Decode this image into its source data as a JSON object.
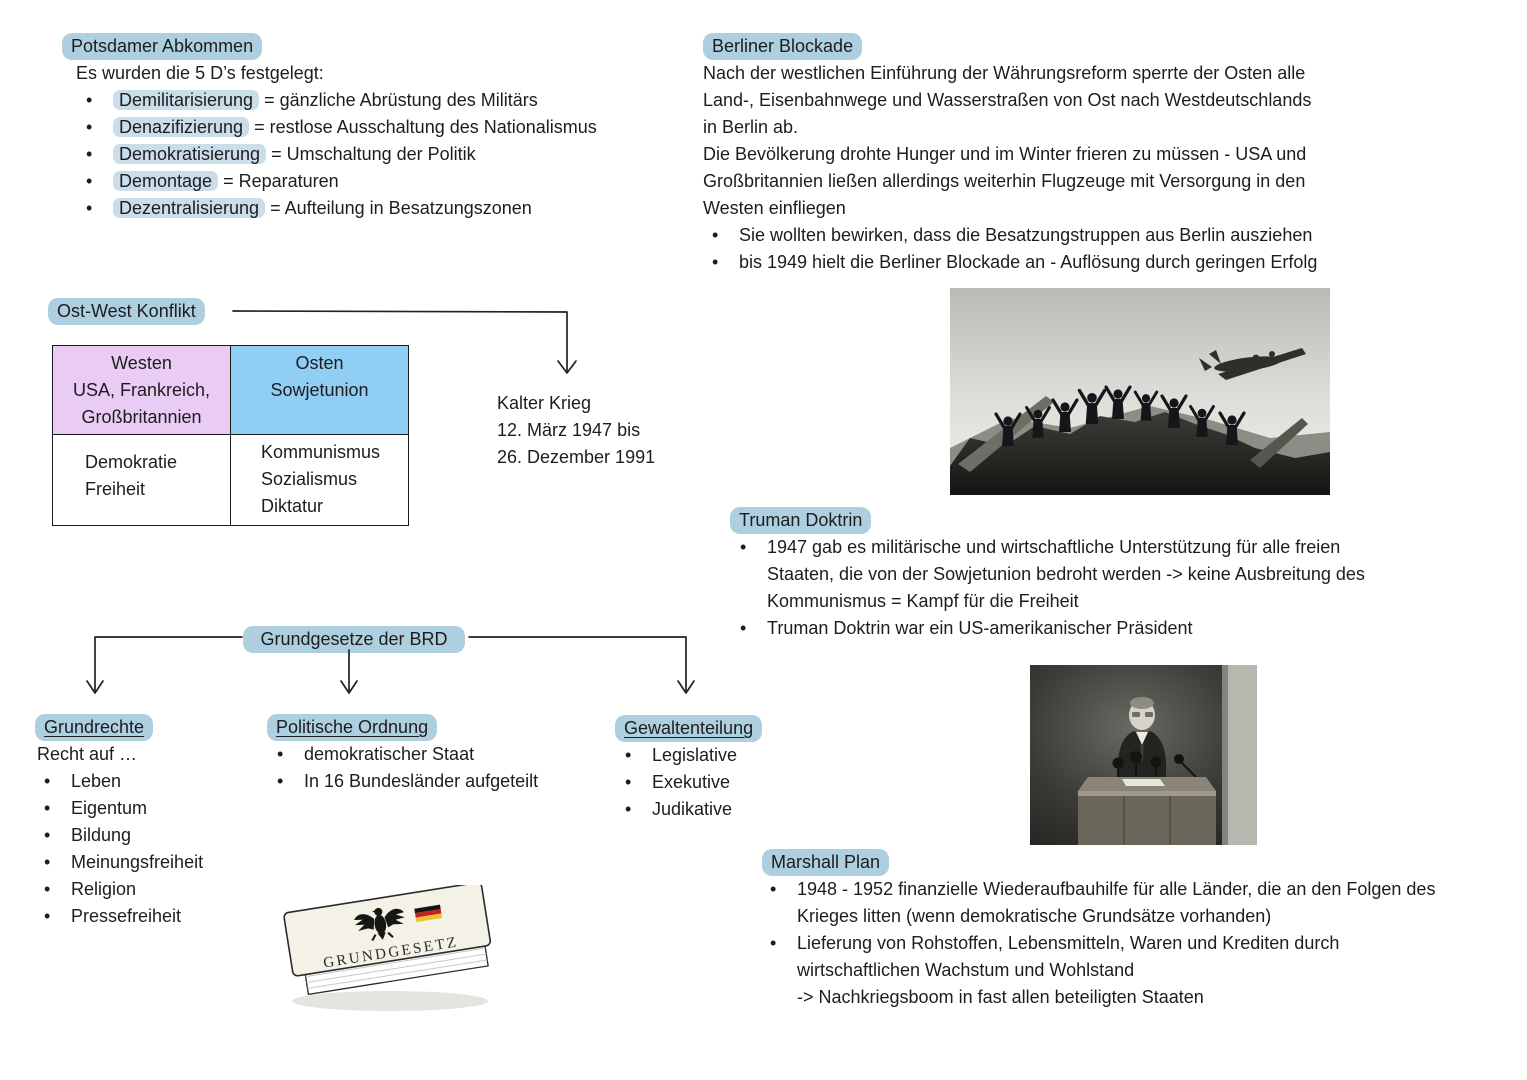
{
  "page": {
    "highlight_color": "#aecfe0",
    "inline_highlight_color": "#cadeea",
    "text_color": "#1d1d1f"
  },
  "potsdamer": {
    "title": "Potsdamer Abkommen",
    "intro": "Es wurden die 5 D’s festgelegt:",
    "items": [
      {
        "term": "Demilitarisierung",
        "definition": "= gänzliche Abrüstung des Militärs"
      },
      {
        "term": "Denazifizierung",
        "definition": "= restlose Ausschaltung des Nationalismus"
      },
      {
        "term": "Demokratisierung",
        "definition": "= Umschaltung der Politik"
      },
      {
        "term": "Demontage",
        "definition": "= Reparaturen"
      },
      {
        "term": "Dezentralisierung",
        "definition": "= Aufteilung in Besatzungszonen"
      }
    ]
  },
  "ost_west": {
    "title": "Ost-West Konflikt",
    "kalter_krieg": {
      "line1": "Kalter Krieg",
      "line2": "12. März 1947 bis",
      "line3": "26. Dezember 1991"
    },
    "table": {
      "west_header": "Westen",
      "west_members": "USA, Frankreich, Großbritannien",
      "east_header": "Osten",
      "east_members": "Sowjetunion",
      "west_values": [
        "Demokratie",
        "Freiheit"
      ],
      "east_values": [
        "Kommunismus",
        "Sozialismus",
        "Diktatur"
      ],
      "west_color": "#e9cbf4",
      "east_color": "#90cef3"
    }
  },
  "berliner": {
    "title": "Berliner Blockade",
    "paragraph1": "Nach der westlichen Einführung der Währungsreform sperrte der Osten alle Land-, Eisenbahnwege und Wasserstraßen von Ost nach Westdeutschlands in Berlin ab.",
    "paragraph2": "Die Bevölkerung drohte Hunger und im Winter frieren zu müssen - USA und Großbritannien ließen allerdings weiterhin Flugzeuge mit Versorgung in den Westen einfliegen",
    "bullets": [
      "Sie wollten bewirken, dass die Besatzungstruppen aus Berlin ausziehen",
      "bis 1949 hielt die Berliner Blockade an - Auflösung durch geringen Erfolg"
    ]
  },
  "truman": {
    "title": "Truman Doktrin",
    "bullets": [
      "1947 gab es militärische und wirtschaftliche Unterstützung für alle freien Staaten, die von der Sowjetunion bedroht werden -> keine Ausbreitung des Kommunismus = Kampf für die Freiheit",
      "Truman Doktrin war ein US-amerikanischer Präsident"
    ]
  },
  "grundgesetze": {
    "title": "Grundgesetze der BRD",
    "grundrechte": {
      "title": "Grundrechte",
      "intro": "Recht auf …",
      "items": [
        "Leben",
        "Eigentum",
        "Bildung",
        "Meinungsfreiheit",
        "Religion",
        "Pressefreiheit"
      ]
    },
    "politische_ordnung": {
      "title": "Politische Ordnung",
      "items": [
        "demokratischer Staat",
        "In 16 Bundesländer aufgeteilt"
      ]
    },
    "gewaltenteilung": {
      "title": "Gewaltenteilung",
      "items": [
        "Legislative",
        "Exekutive",
        "Judikative"
      ]
    },
    "book_label": "GRUNDGESETZ"
  },
  "marshall": {
    "title": "Marshall Plan",
    "bullets": [
      {
        "text": "1948 - 1952 finanzielle Wiederaufbauhilfe für alle Länder, die an den Folgen des Krieges litten (wenn demokratische Grundsätze vorhanden)"
      },
      {
        "text": "Lieferung von Rohstoffen, Lebensmitteln, Waren und Krediten durch wirtschaftlichen Wachstum und Wohlstand",
        "extra": "-> Nachkriegsboom in fast allen beteiligten Staaten"
      }
    ]
  }
}
